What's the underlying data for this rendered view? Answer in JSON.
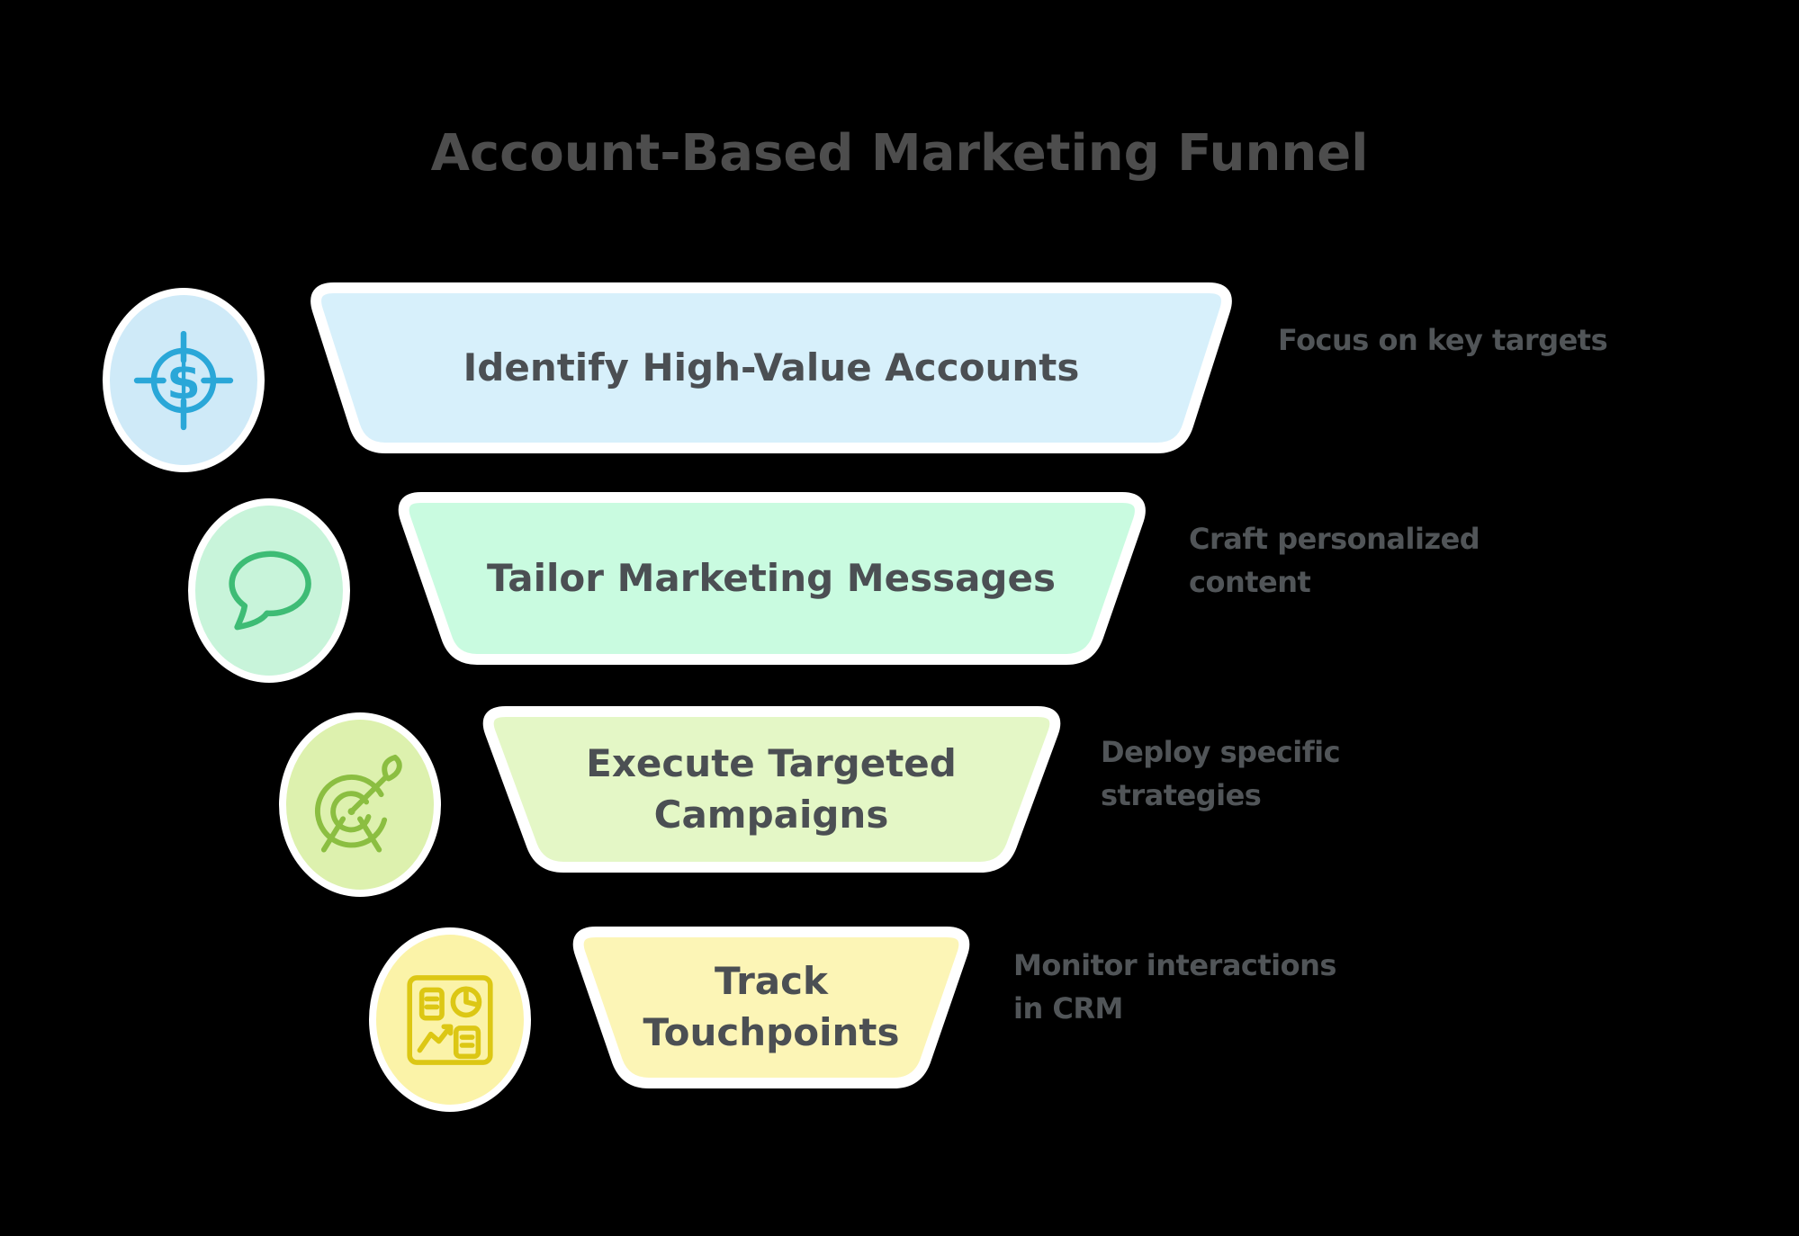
{
  "title": "Account-Based Marketing Funnel",
  "colors": {
    "background": "#000000",
    "title_text": "#4d4d4d",
    "stage_text": "#4b4f53",
    "note_text": "#515558",
    "border_white": "#ffffff"
  },
  "stages": [
    {
      "label": "Identify High-Value Accounts",
      "note": "Focus on key targets",
      "trapezoid_fill": "#d7f0fb",
      "circle_fill": "#cfeaf8",
      "icon": "dollar-target-icon",
      "icon_color": "#2aa7d8",
      "icon_glyph": "$"
    },
    {
      "label": "Tailor Marketing Messages",
      "note": "Craft personalized\ncontent",
      "trapezoid_fill": "#c9fbe0",
      "circle_fill": "#c8f4da",
      "icon": "speech-bubble-icon",
      "icon_color": "#3ebc75"
    },
    {
      "label": "Execute Targeted\nCampaigns",
      "note": "Deploy specific\nstrategies",
      "trapezoid_fill": "#e4f7c6",
      "circle_fill": "#ddf1ae",
      "icon": "dart-target-icon",
      "icon_color": "#8bbe41"
    },
    {
      "label": "Track\nTouchpoints",
      "note": "Monitor interactions\nin CRM",
      "trapezoid_fill": "#fcf5b6",
      "circle_fill": "#fbf3a8",
      "icon": "report-chart-icon",
      "icon_color": "#dcc714"
    }
  ]
}
